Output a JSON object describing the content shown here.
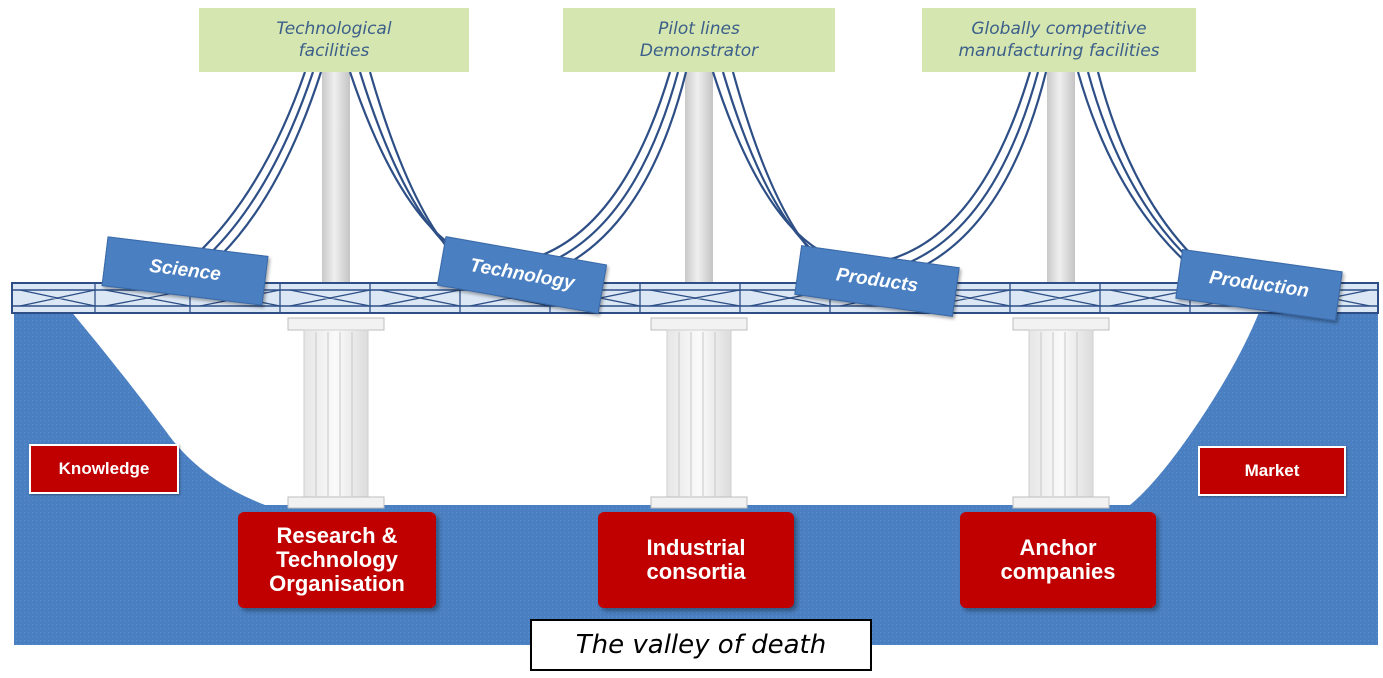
{
  "facilities": [
    {
      "label": "Technological\nfacilities"
    },
    {
      "label": "Pilot lines\nDemonstrator"
    },
    {
      "label": "Globally competitive\nmanufacturing facilities"
    }
  ],
  "stages": [
    {
      "label": "Science"
    },
    {
      "label": "Technology"
    },
    {
      "label": "Products"
    },
    {
      "label": "Production"
    }
  ],
  "pillars": [
    {
      "label": "Research &\nTechnology\nOrganisation"
    },
    {
      "label": "Industrial\nconsortia"
    },
    {
      "label": "Anchor\ncompanies"
    }
  ],
  "banks": {
    "left": "Knowledge",
    "right": "Market"
  },
  "caption": "The valley of death",
  "colors": {
    "valley_blue": "#4a7fc1",
    "facility_green": "#d6e6b0",
    "pillar_red": "#c00000",
    "cable_blue": "#2d4f86"
  }
}
